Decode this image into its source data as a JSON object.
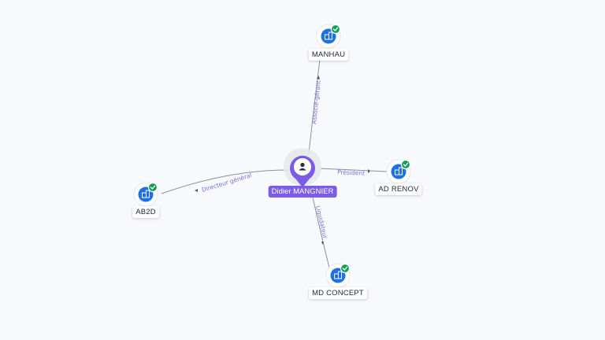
{
  "center": {
    "name": "Didier MANGNIER",
    "icon": "person-icon",
    "color": "#7c5ce6"
  },
  "companies": [
    {
      "id": "manhau",
      "name": "MANHAU",
      "icon": "building-icon",
      "verified": true
    },
    {
      "id": "adrenov",
      "name": "AD RENOV",
      "icon": "building-icon",
      "verified": true
    },
    {
      "id": "ab2d",
      "name": "AB2D",
      "icon": "building-icon",
      "verified": true
    },
    {
      "id": "mdconcept",
      "name": "MD CONCEPT",
      "icon": "building-icon",
      "verified": true
    }
  ],
  "relations": [
    {
      "target": "manhau",
      "role": "Associé-gérant"
    },
    {
      "target": "adrenov",
      "role": "Président"
    },
    {
      "target": "ab2d",
      "role": "Directeur général"
    },
    {
      "target": "mdconcept",
      "role": "Liquidateur"
    }
  ],
  "colors": {
    "company": "#1f6fe5",
    "verified": "#0f9d58",
    "edge_label": "#7b6fd6",
    "background": "#f8f9fc"
  }
}
